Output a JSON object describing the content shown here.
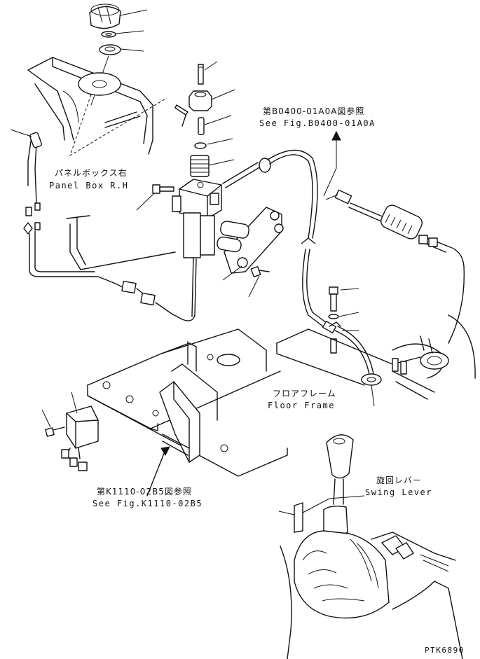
{
  "labels": {
    "ref_b0400_jp": "第B0400-01A0A図参照",
    "ref_b0400_en": "See Fig.B0400-01A0A",
    "panel_box_jp": "パネルボックス右",
    "panel_box_en": "Panel Box R.H",
    "floor_frame_jp": "フロアフレーム",
    "floor_frame_en": "Floor Frame",
    "ref_k1110_jp": "第K1110-02B5図参照",
    "ref_k1110_en": "See Fig.K1110-02B5",
    "swing_lever_jp": "旋回レバー",
    "swing_lever_en": "Swing Lever",
    "drawing_number": "PTK6890"
  }
}
